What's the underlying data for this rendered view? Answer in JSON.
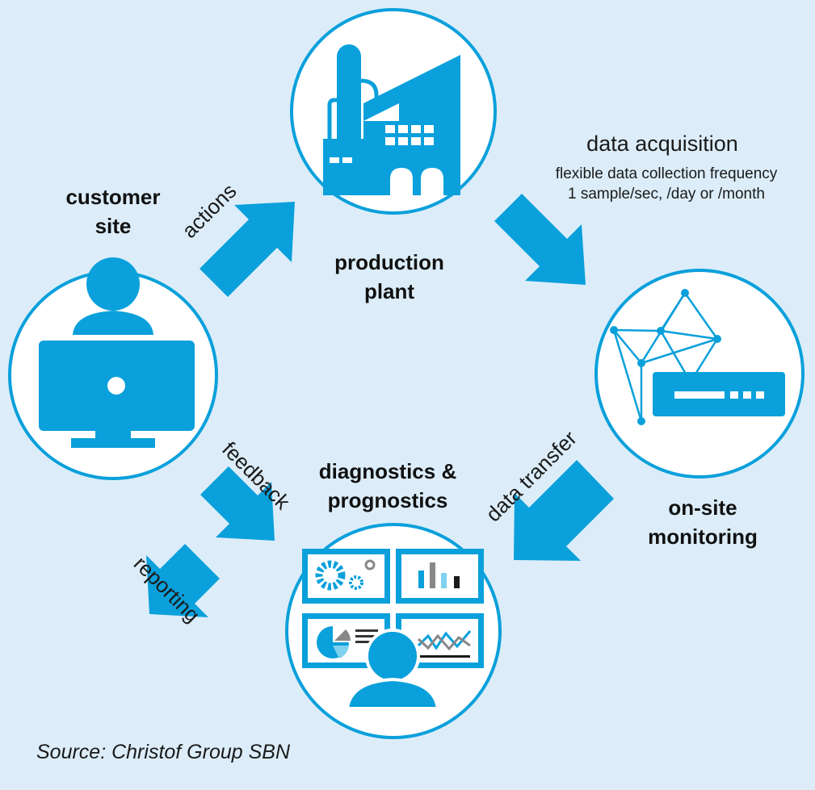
{
  "nodes": {
    "customer_site": {
      "title": "customer\nsite"
    },
    "production_plant": {
      "title": "production\nplant"
    },
    "onsite_monitoring": {
      "title": "on-site\nmonitoring"
    },
    "diagnostics": {
      "title": "diagnostics &\nprognostics"
    }
  },
  "arrows": {
    "actions": "actions",
    "data_acquisition": {
      "title": "data acquisition",
      "line1": "flexible data collection frequency",
      "line2": "1 sample/sec, /day or /month"
    },
    "data_transfer": "data transfer",
    "feedback": "feedback",
    "reporting": "reporting"
  },
  "source": "Source: Christof Group SBN",
  "colors": {
    "background": "#dcedf9",
    "accent": "#0aa0db",
    "circle_fill": "#ffffff"
  },
  "icons": [
    "factory-icon",
    "user-computer-icon",
    "network-router-icon",
    "dashboard-analyst-icon",
    "arrow-icon"
  ]
}
